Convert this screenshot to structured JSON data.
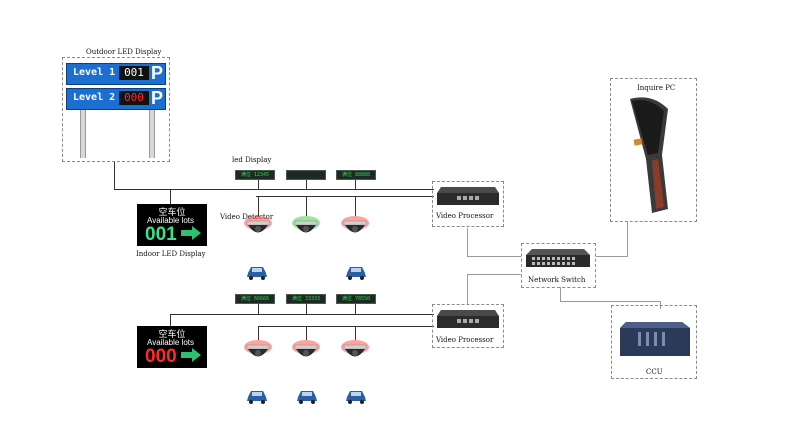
{
  "labels": {
    "outdoor_led": "Outdoor LED Display",
    "led_display": "led Display",
    "video_detector": "Video Detector",
    "indoor_led": "Indoor LED Display",
    "video_processor_1": "Video Processor",
    "video_processor_2": "Video Processor",
    "network_switch": "Network Switch",
    "inquire_pc": "Inquire PC",
    "ccu": "CCU"
  },
  "outdoor": {
    "rows": [
      {
        "level": "Level 1",
        "count": "001",
        "count_color": "#ffffff"
      },
      {
        "level": "Level 2",
        "count": "000",
        "count_color": "#ff2a2a"
      }
    ],
    "p": "P"
  },
  "led_bars_top": [
    "满位 12345",
    "",
    "满位 88888"
  ],
  "led_bars_bottom": [
    "满位 66666",
    "满位 33333",
    "满位 78550"
  ],
  "indoor_top": {
    "cn": "空车位",
    "available": "Available lots",
    "count": "001",
    "count_color": "#3fe08a"
  },
  "indoor_bottom": {
    "cn": "空车位",
    "available": "Available lots",
    "count": "000",
    "count_color": "#ff2a2a"
  },
  "colors": {
    "board": "#1a6fd0",
    "led_text": "#39d04a",
    "cam_red": "#e02020",
    "cam_green": "#2fc040",
    "car": "#2a5fa8"
  }
}
